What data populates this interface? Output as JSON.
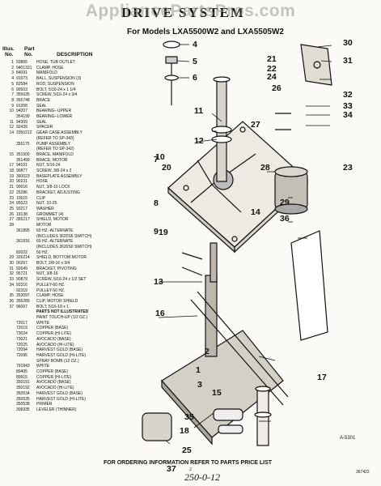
{
  "watermark": "AppliancePartsPros.com",
  "title": "DRIVE SYSTEM",
  "subtitle": "For Models LXA5500W2 and LXA5505W2",
  "columns": {
    "illus": "Illus.",
    "no": "No.",
    "part": "Part",
    "partno": "No.",
    "description": "DESCRIPTION"
  },
  "parts": [
    {
      "n": "1",
      "p": "93865",
      "d": "HOSE, TUB OUTLET"
    },
    {
      "n": "2",
      "p": "9401321",
      "d": "CLAMP, HOSE"
    },
    {
      "n": "3",
      "p": "84091",
      "d": "MANIFOLD"
    },
    {
      "n": "4",
      "p": "91073",
      "d": "BALL, SUSPENSION (3)"
    },
    {
      "n": "5",
      "p": "82584",
      "d": "ROD, SUSPENSION"
    },
    {
      "n": "6",
      "p": "90503",
      "d": "BOLT, 5/16-24 x 1 1/4"
    },
    {
      "n": "7",
      "p": "355635",
      "d": "SCREW, 5/16-24 x 3/4"
    },
    {
      "n": "8",
      "p": "355748",
      "d": "BRACE"
    },
    {
      "n": "9",
      "p": "91358",
      "d": "SEAL"
    },
    {
      "n": "10",
      "p": "94207",
      "d": "BEARING--UPPER"
    },
    {
      "n": "",
      "p": "354199",
      "d": "BEARING--LOWER"
    },
    {
      "n": "11",
      "p": "94309",
      "d": "SEAL"
    },
    {
      "n": "12",
      "p": "92439",
      "d": "SPACER"
    },
    {
      "n": "14",
      "p": "3350212",
      "d": "GEAR CASE ASSEMBLY"
    },
    {
      "n": "",
      "p": "",
      "d": "(REFER TO SP-343)"
    },
    {
      "n": "",
      "p": "356175",
      "d": "PUMP ASSEMBLY"
    },
    {
      "n": "",
      "p": "",
      "d": "(REFER TO SP-342)"
    },
    {
      "n": "15",
      "p": "351500",
      "d": "BRACE, MANIFOLD"
    },
    {
      "n": "",
      "p": "351499",
      "d": "BRACE, MOTOR"
    },
    {
      "n": "17",
      "p": "94101",
      "d": "NUT, 5/16-24"
    },
    {
      "n": "18",
      "p": "90877",
      "d": "SCREW, 3/8-24 x 2"
    },
    {
      "n": "19",
      "p": "360023",
      "d": "BASEPLATE ASSEMBLY"
    },
    {
      "n": "20",
      "p": "90231",
      "d": "HOSE"
    },
    {
      "n": "21",
      "p": "90016",
      "d": "NUT, 3/8-16 LOCK"
    },
    {
      "n": "22",
      "p": "25286",
      "d": "BRACKET, ADJUSTING"
    },
    {
      "n": "23",
      "p": "10615",
      "d": "CLIP"
    },
    {
      "n": "24",
      "p": "95523",
      "d": "NUT, 10-25"
    },
    {
      "n": "25",
      "p": "93217",
      "d": "WASHER"
    },
    {
      "n": "26",
      "p": "19138",
      "d": "GROMMET (4)"
    },
    {
      "n": "27",
      "p": "355217",
      "d": "SHIELD, MOTOR"
    },
    {
      "n": "28",
      "p": "",
      "d": "MOTOR"
    },
    {
      "n": "",
      "p": "361895",
      "d": "60 HZ.-ALTERNATE"
    },
    {
      "n": "",
      "p": "",
      "d": "(INCLUDES 3620S6 SWITCH)"
    },
    {
      "n": "",
      "p": "361816",
      "d": "60 HZ.-ALTERNATE"
    },
    {
      "n": "",
      "p": "",
      "d": "(INCLUDES 3620S0 SWITCH)"
    },
    {
      "n": "",
      "p": "82022",
      "d": "50 HZ."
    },
    {
      "n": "29",
      "p": "326214",
      "d": "SHIELD, BOTTOM MOTOR"
    },
    {
      "n": "30",
      "p": "90267",
      "d": "BOLT, 3/8-16 x 3/4"
    },
    {
      "n": "31",
      "p": "92649",
      "d": "BRACKET, PIVOTING"
    },
    {
      "n": "32",
      "p": "95721",
      "d": "NUT, 3/8-16"
    },
    {
      "n": "33",
      "p": "90879",
      "d": "SCREW, 5/16-24 x 1/2 SET"
    },
    {
      "n": "34",
      "p": "92316",
      "d": "PULLEY-60 HZ."
    },
    {
      "n": "",
      "p": "92319",
      "d": "PULLEY-50 HZ."
    },
    {
      "n": "35",
      "p": "353097",
      "d": "CLAMP, HOSE"
    },
    {
      "n": "36",
      "p": "356289",
      "d": "CLIP, MOTOR SHIELD"
    },
    {
      "n": "37",
      "p": "96067",
      "d": "BOLT, 5/16-18 x 1"
    },
    {
      "n": "",
      "p": "",
      "d": "PARTS NOT ILLUSTRATED",
      "sec": true
    },
    {
      "n": "",
      "p": "",
      "d": ""
    },
    {
      "n": "",
      "p": "",
      "d": "PAINT TOUCH-UP (1/2 OZ.)"
    },
    {
      "n": "",
      "p": "72017",
      "d": "WHITE"
    },
    {
      "n": "",
      "p": "72019",
      "d": "COPPER (BASE)"
    },
    {
      "n": "",
      "p": "73024",
      "d": "COPPER (HI-LITE)"
    },
    {
      "n": "",
      "p": "73021",
      "d": "AVOCADO (BASE)"
    },
    {
      "n": "",
      "p": "72025",
      "d": "AVOCADO (HI-LITE)"
    },
    {
      "n": "",
      "p": "72094",
      "d": "HARVEST GOLD (BASE)"
    },
    {
      "n": "",
      "p": "72095",
      "d": "HARVEST GOLD (HI-LITE)"
    },
    {
      "n": "",
      "p": "",
      "d": "SPRAY BOMB (12 OZ.)"
    },
    {
      "n": "",
      "p": "791843",
      "d": "WHITE"
    },
    {
      "n": "",
      "p": "89405",
      "d": "COPPER (BASE)"
    },
    {
      "n": "",
      "p": "89915",
      "d": "COPPER (HI-LITE)"
    },
    {
      "n": "",
      "p": "350191",
      "d": "AVOCADO (BASE)"
    },
    {
      "n": "",
      "p": "350192",
      "d": "AVOCADO (HI-LITE)"
    },
    {
      "n": "",
      "p": "350534",
      "d": "HARVEST GOLD (BASE)"
    },
    {
      "n": "",
      "p": "350535",
      "d": "HARVEST GOLD (HI-LITE)"
    },
    {
      "n": "",
      "p": "350538",
      "d": "PRIMER"
    },
    {
      "n": "",
      "p": "306935",
      "d": "LEVELER (THINNER)"
    }
  ],
  "callouts": [
    "1",
    "2",
    "3",
    "4",
    "5",
    "6",
    "7",
    "8",
    "9",
    "10",
    "11",
    "12",
    "13",
    "14",
    "15",
    "16",
    "17",
    "18",
    "19",
    "20",
    "21",
    "22",
    "23",
    "24",
    "25",
    "26",
    "27",
    "28",
    "29",
    "30",
    "31",
    "32",
    "33",
    "34",
    "35",
    "36",
    "37"
  ],
  "figure_code": "A-5301",
  "footer": "FOR ORDERING INFORMATION REFER TO PARTS PRICE LIST",
  "page_no": "2",
  "handwritten": "250-0-12",
  "doc_code": "367422"
}
